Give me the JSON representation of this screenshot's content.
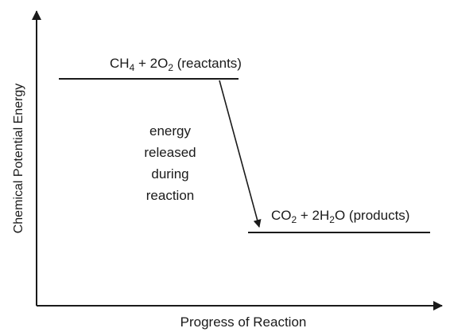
{
  "axes": {
    "x_label": "Progress of Reaction",
    "y_label": "Chemical Potential Energy"
  },
  "levels": {
    "reactants": {
      "species": [
        {
          "text": "CH"
        },
        {
          "text": "4",
          "sub": true
        },
        {
          "text": " + 2O"
        },
        {
          "text": "2",
          "sub": true
        },
        {
          "text": " (reactants)"
        }
      ]
    },
    "products": {
      "species": [
        {
          "text": "CO"
        },
        {
          "text": "2",
          "sub": true
        },
        {
          "text": " + 2H"
        },
        {
          "text": "2",
          "sub": true
        },
        {
          "text": "O (products)"
        }
      ]
    }
  },
  "annotation": {
    "lines": [
      "energy",
      "released",
      "during",
      "reaction"
    ]
  },
  "colors": {
    "ink": "#1a1a1a",
    "background": "#ffffff"
  }
}
